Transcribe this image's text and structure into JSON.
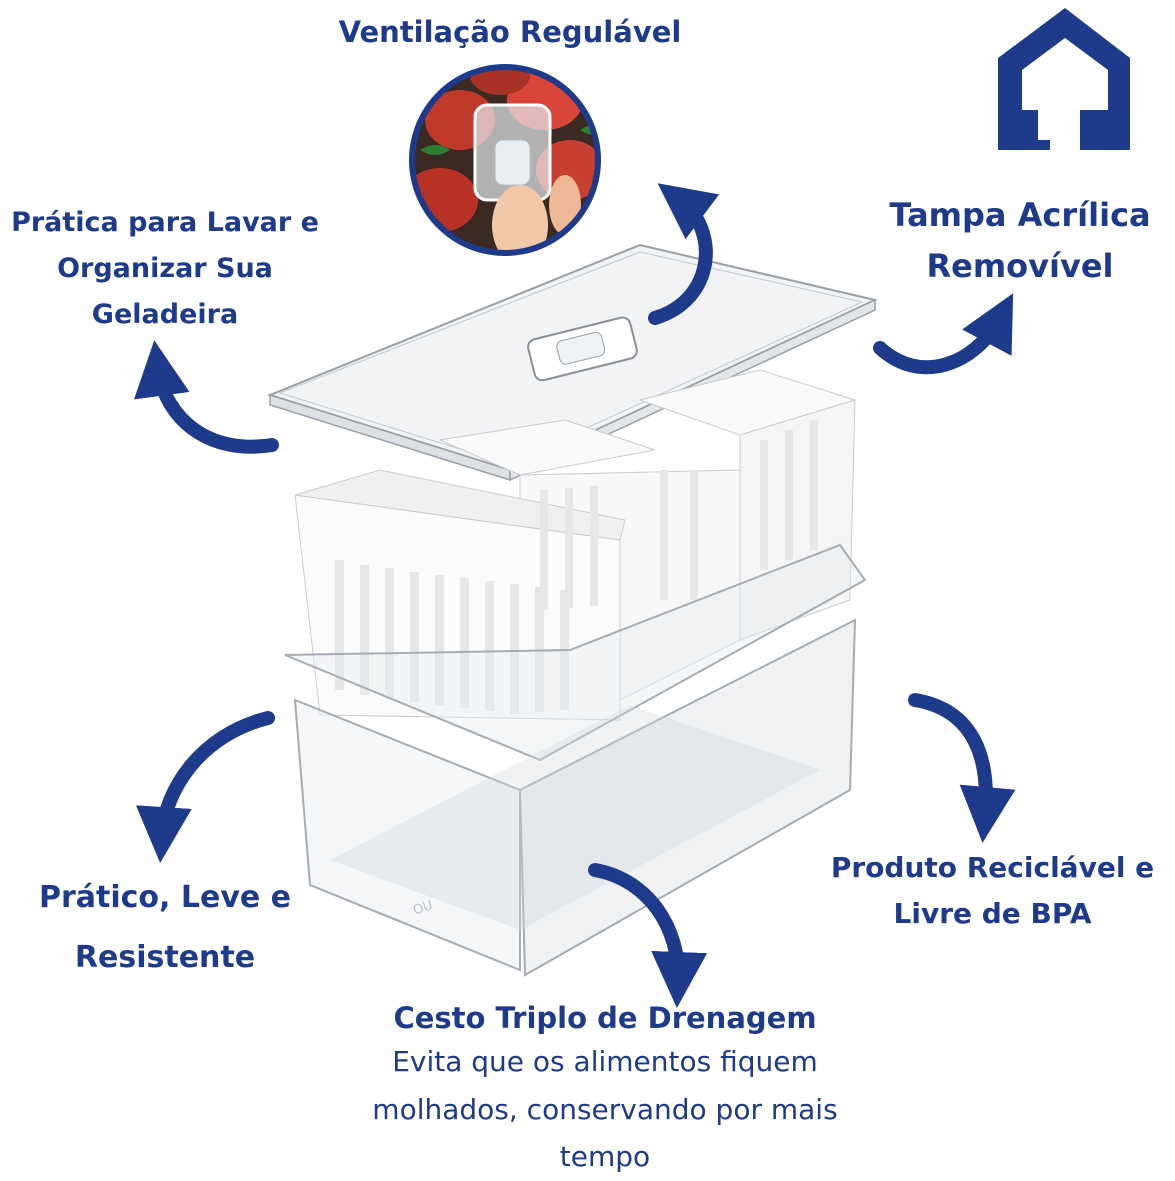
{
  "labels": {
    "ventilacao": "Ventilação Regulável",
    "lavar": [
      "Prática para Lavar e",
      "Organizar Sua",
      "Geladeira"
    ],
    "tampa": [
      "Tampa Acrílica",
      "Removível"
    ],
    "pratico": [
      "Prático, Leve e",
      "Resistente"
    ],
    "reciclavel": [
      "Produto Reciclável e",
      "Livre de BPA"
    ],
    "cesto_title": "Cesto Triplo de Drenagem",
    "cesto_desc": [
      "Evita que os alimentos fiquem",
      "molhados, conservando por mais",
      "tempo"
    ]
  },
  "icons": [
    "brand-logo-icon",
    "curved-arrow-icon"
  ],
  "colors": {
    "accent": "#1e3a8a",
    "background": "#ffffff"
  }
}
